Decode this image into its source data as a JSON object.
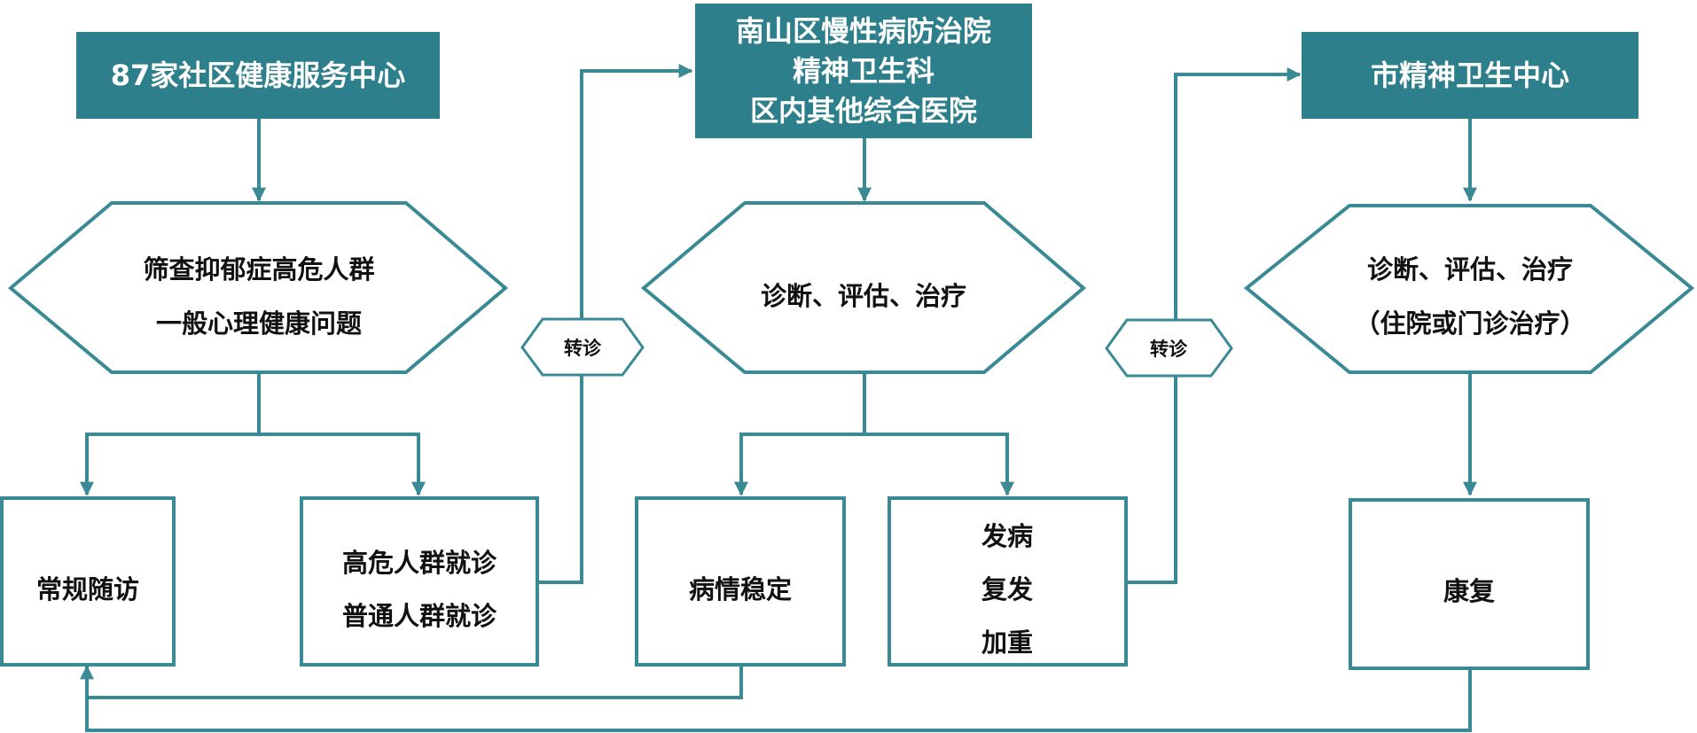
{
  "colors": {
    "header_fill": "#2e7f8c",
    "line": "#3a8a96",
    "text": "#111111",
    "header_text": "#ffffff"
  },
  "headers": {
    "community": "87家社区健康服务中心",
    "district_line1": "南山区慢性病防治院",
    "district_line2": "精神卫生科",
    "district_line3": "区内其他综合医院",
    "city": "市精神卫生中心"
  },
  "hexagons": {
    "screen_line1": "筛查抑郁症高危人群",
    "screen_line2": "一般心理健康问题",
    "diag_mid": "诊断、评估、治疗",
    "diag_right_line1": "诊断、评估、治疗",
    "diag_right_line2": "（住院或门诊治疗）"
  },
  "referral": {
    "left": "转诊",
    "right": "转诊"
  },
  "boxes": {
    "routine_followup": "常规随访",
    "visit_line1": "高危人群就诊",
    "visit_line2": "普通人群就诊",
    "stable": "病情稳定",
    "onset_line1": "发病",
    "onset_line2": "复发",
    "onset_line3": "加重",
    "recovery": "康复"
  }
}
